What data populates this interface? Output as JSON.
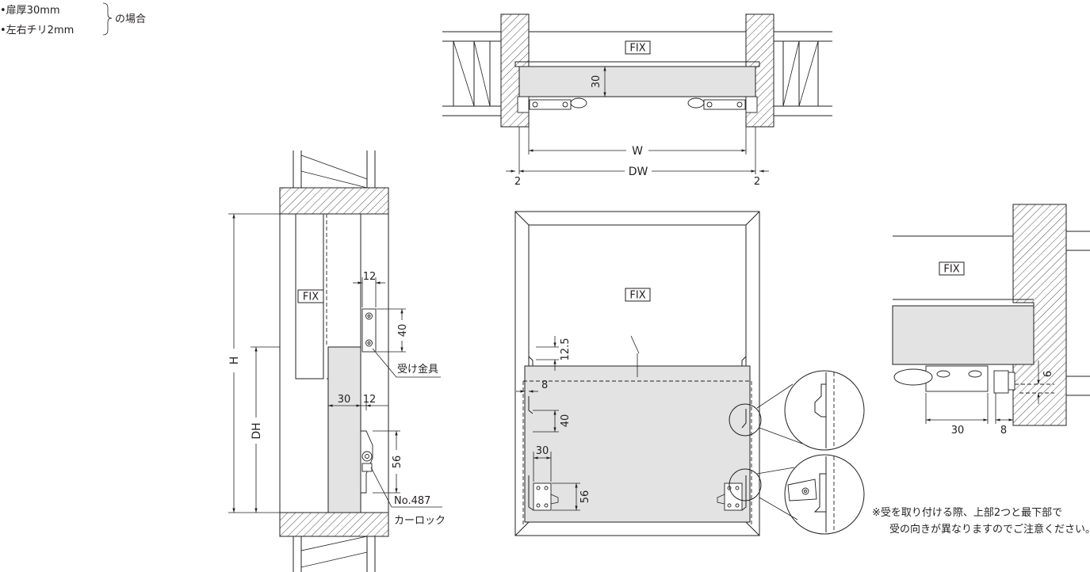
{
  "conditions": {
    "items": [
      "•扉厚30mm",
      "•左右チリ2mm"
    ],
    "suffix": "の場合"
  },
  "labels": {
    "fix": "FIX",
    "receiver": "受け金具",
    "model_no": "No.487",
    "model_name": "カーロック"
  },
  "dimensions": {
    "thickness": "30",
    "w": "W",
    "dw": "DW",
    "clearance": "2",
    "h": "H",
    "dh": "DH",
    "d12": "12",
    "d40": "40",
    "d30": "30",
    "d56": "56",
    "d12_5": "12.5",
    "d8": "8",
    "d6": "6"
  },
  "note": {
    "line1": "※受を取り付ける際、上部2つと最下部で",
    "line2": "受の向きが異なりますのでご注意ください。"
  },
  "colors": {
    "line": "#231f20",
    "door_fill": "#e3e3e3",
    "background": "#ffffff"
  }
}
